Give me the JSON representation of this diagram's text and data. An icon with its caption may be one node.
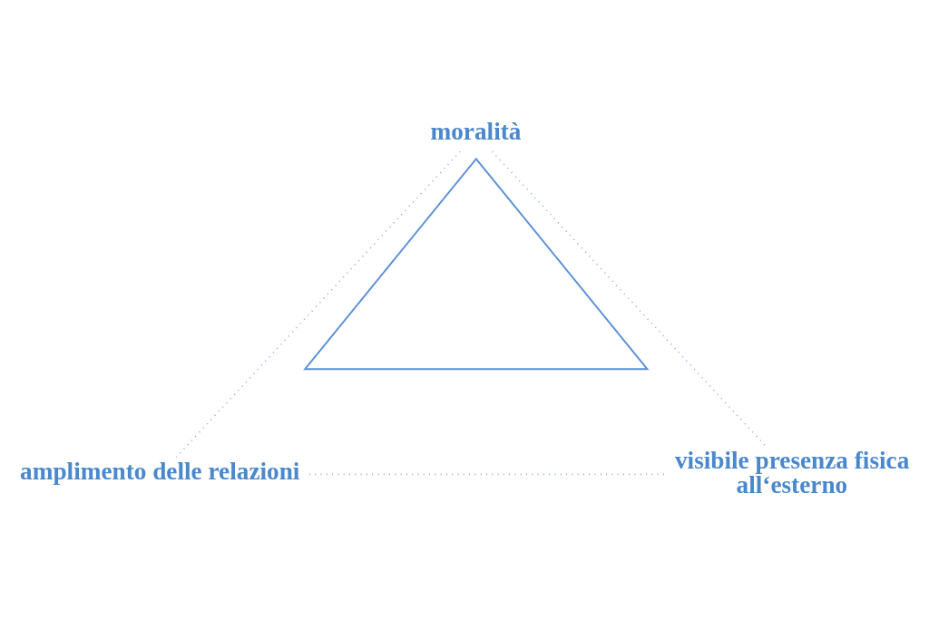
{
  "diagram": {
    "nodes": [
      {
        "text": [
          "moralità"
        ]
      },
      {
        "text": [],
        "shape": "triangle"
      },
      {
        "text": [
          "amplimento delle relazioni"
        ]
      },
      {
        "text": [
          "visibile presenza fisica all‘esterno"
        ]
      }
    ],
    "edges": [
      {
        "from": 0,
        "to": 2,
        "arrow": "none",
        "style": "dashed"
      },
      {
        "from": 0,
        "to": 3,
        "arrow": "none",
        "style": "dashed"
      },
      {
        "from": 2,
        "to": 3,
        "arrow": "none",
        "style": "dashed"
      }
    ]
  }
}
